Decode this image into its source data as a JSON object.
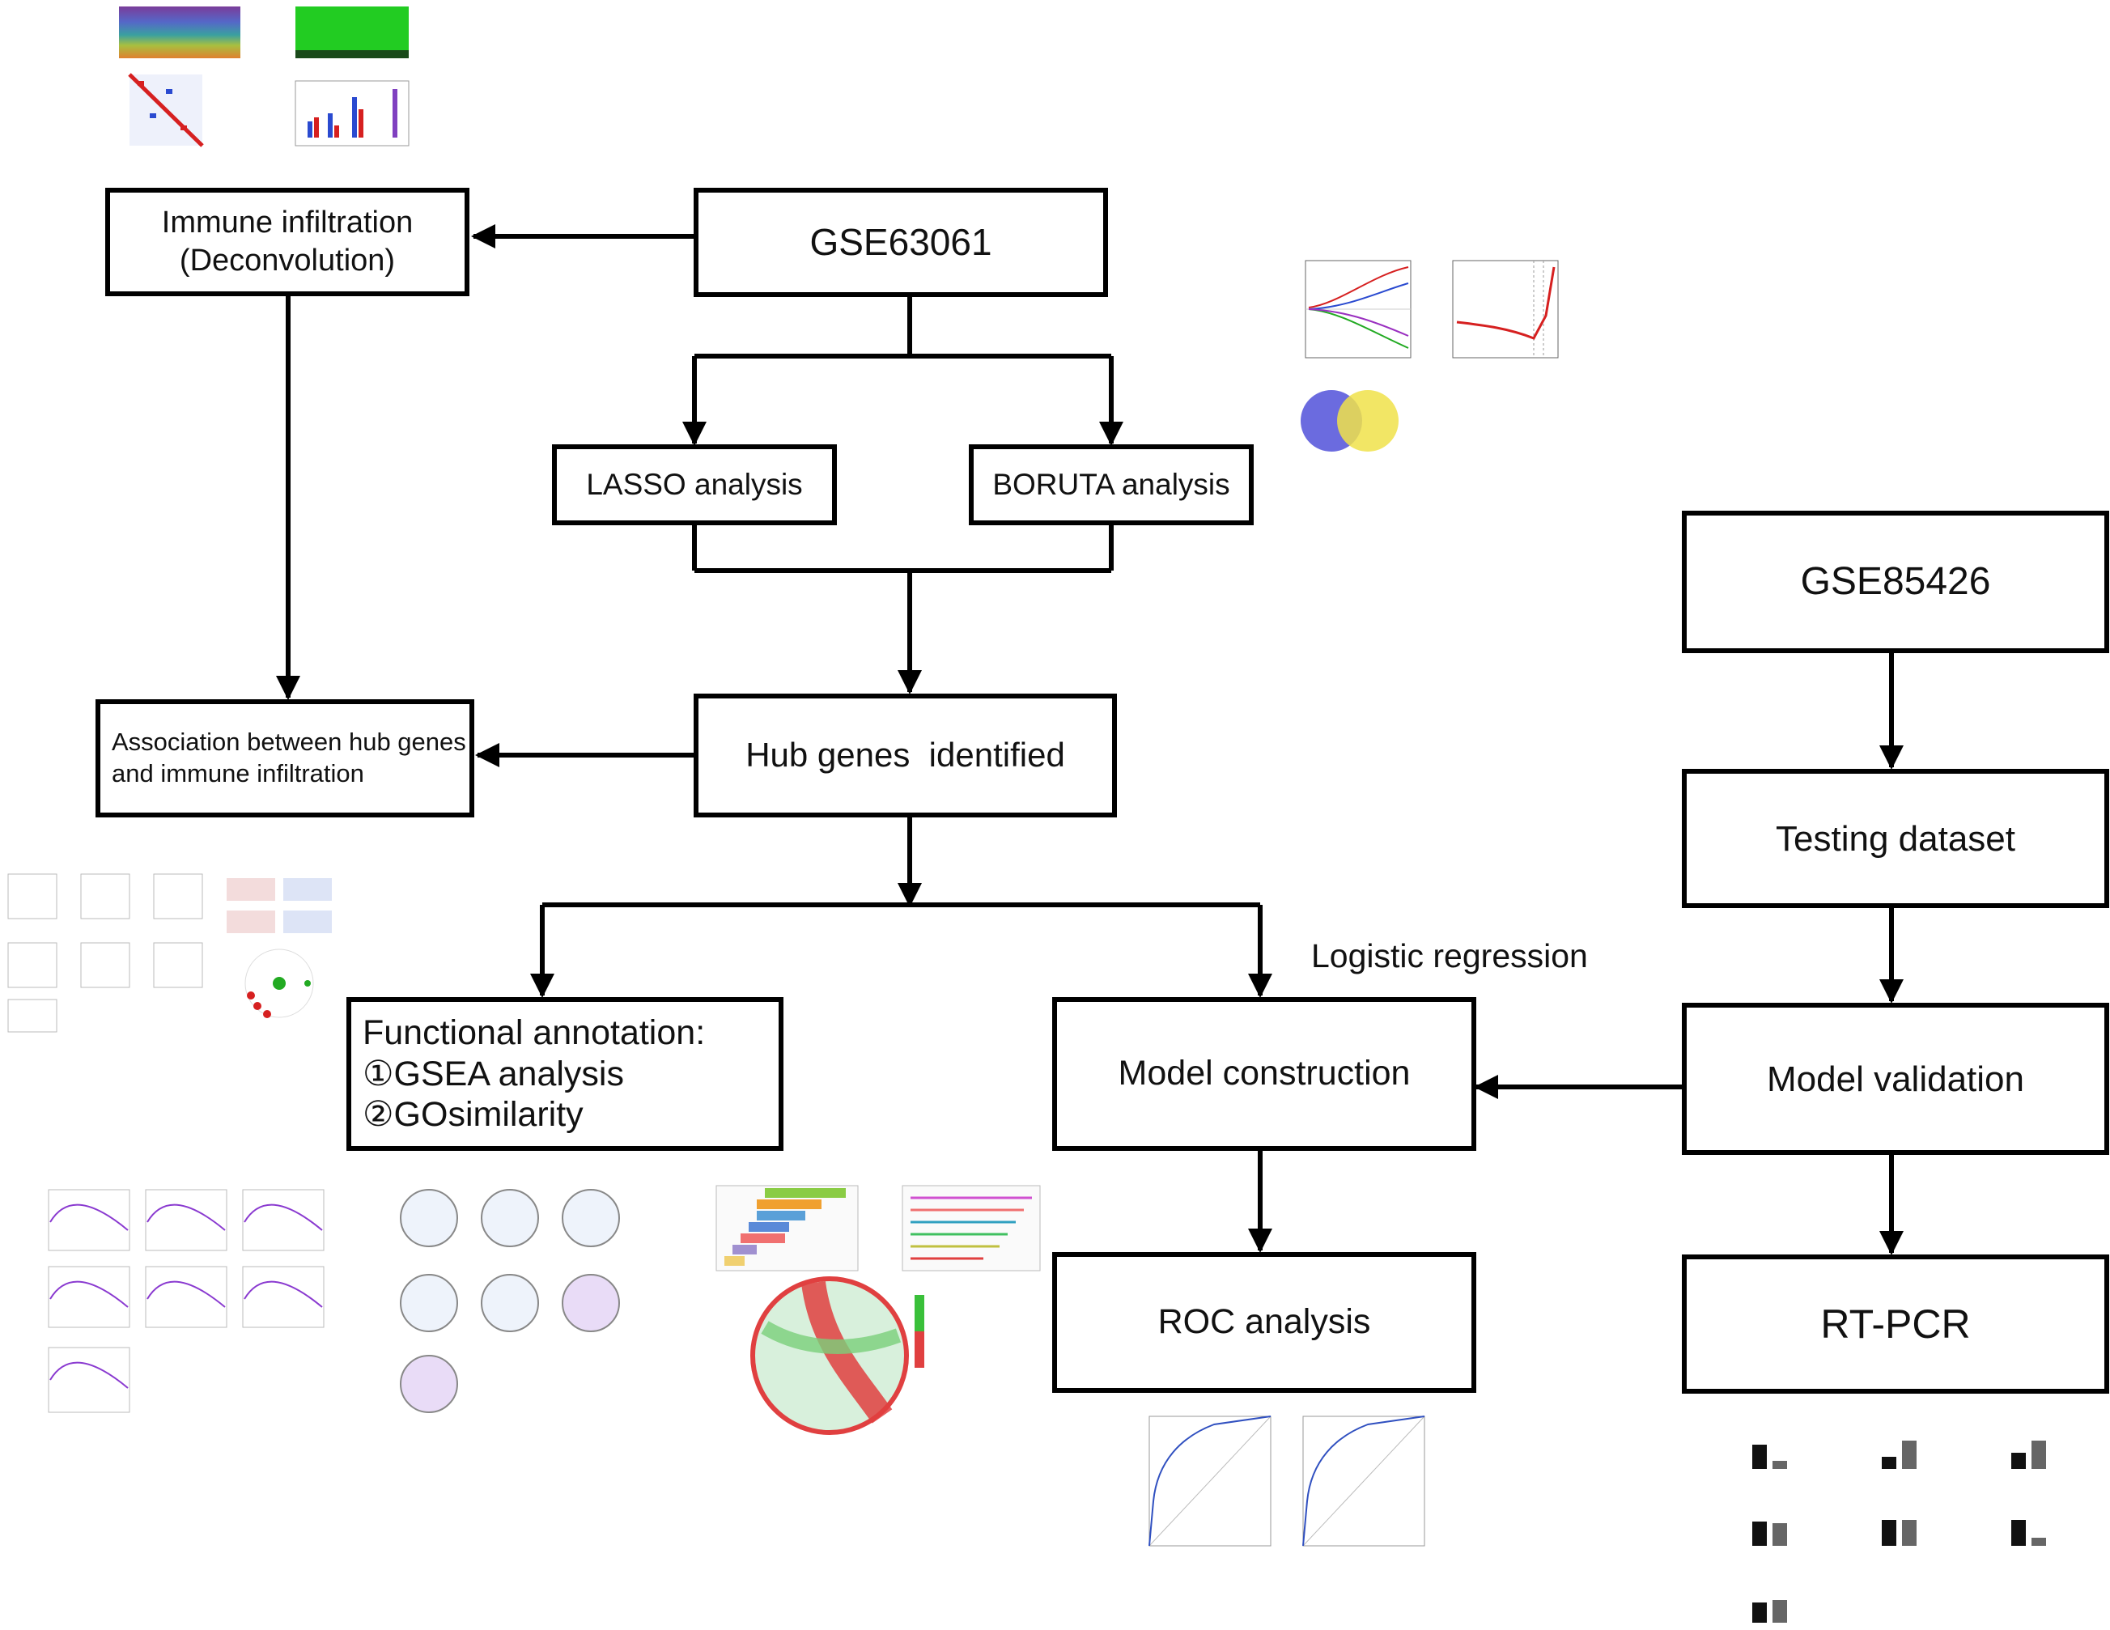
{
  "nodes": {
    "gse63061": "GSE63061",
    "immune_infiltration_line1": "Immune infiltration",
    "immune_infiltration_line2": "(Deconvolution)",
    "lasso": "LASSO analysis",
    "boruta": "BORUTA analysis",
    "hub_genes": "Hub genes  identified",
    "association_line1": "Association between hub genes",
    "association_line2": "and immune infiltration",
    "functional_title": "Functional annotation:",
    "functional_item1": "①GSEA analysis",
    "functional_item2": "②GOsimilarity",
    "model_construction": "Model construction",
    "roc": "ROC analysis",
    "gse85426": "GSE85426",
    "testing": "Testing dataset",
    "model_validation": "Model validation",
    "rtpcr": "RT-PCR"
  },
  "edge_labels": {
    "logistic_regression": "Logistic regression"
  },
  "colors": {
    "stroke": "#000000",
    "text": "#111111",
    "venn_left": "#5b5bdc",
    "venn_right": "#f0e24a",
    "lasso_red": "#d62020",
    "heatmap_green": "#22cc22"
  }
}
